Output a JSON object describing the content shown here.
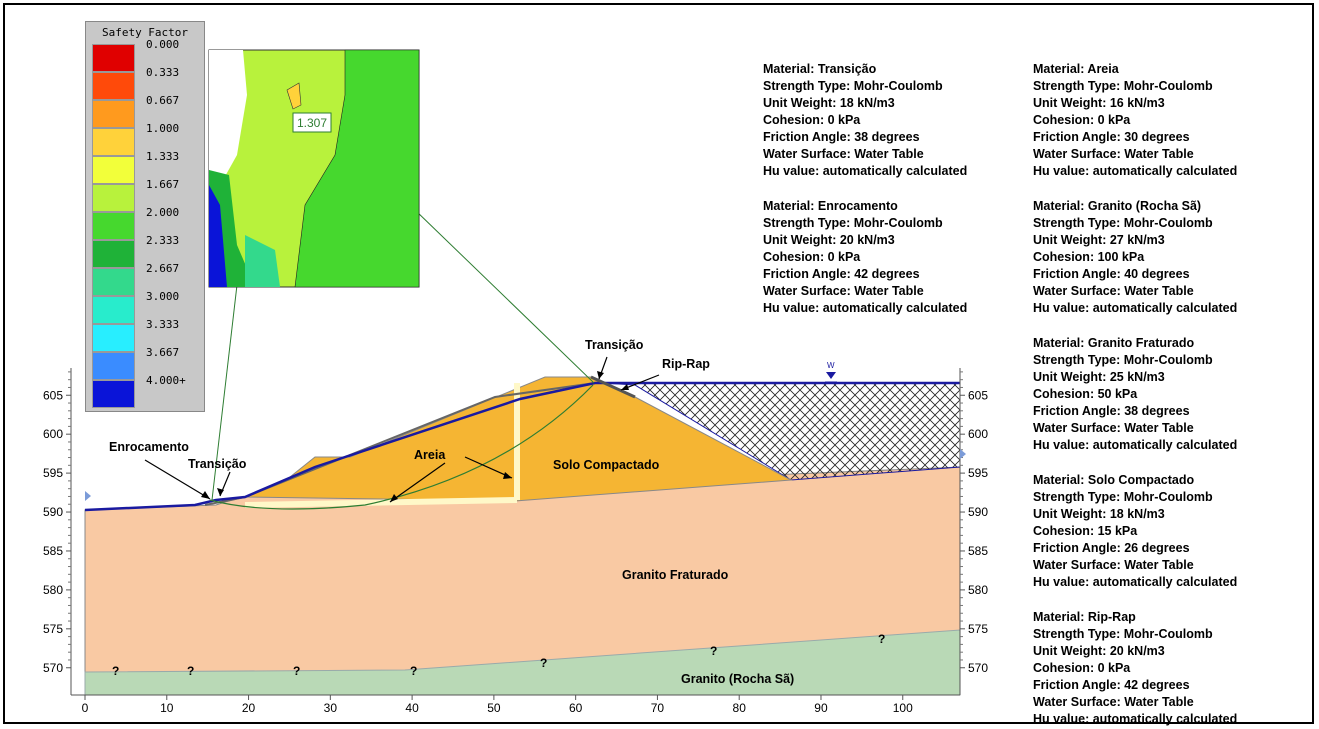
{
  "legend": {
    "title": "Safety Factor",
    "entries": [
      {
        "value": "0.000",
        "color": "#e00000"
      },
      {
        "value": "0.333",
        "color": "#ff4a0a"
      },
      {
        "value": "0.667",
        "color": "#ff9a1e"
      },
      {
        "value": "1.000",
        "color": "#ffd23a"
      },
      {
        "value": "1.333",
        "color": "#f2ff3a"
      },
      {
        "value": "1.667",
        "color": "#b8f23c"
      },
      {
        "value": "2.000",
        "color": "#46d82e"
      },
      {
        "value": "2.333",
        "color": "#1fb238"
      },
      {
        "value": "2.667",
        "color": "#33d98c"
      },
      {
        "value": "3.000",
        "color": "#28eccc"
      },
      {
        "value": "3.333",
        "color": "#28eeff"
      },
      {
        "value": "3.667",
        "color": "#3a8cff"
      },
      {
        "value": "4.000+",
        "color": "#0a14d8"
      }
    ]
  },
  "inset": {
    "factor_label": "1.307"
  },
  "axes": {
    "x_ticks": [
      0,
      10,
      20,
      30,
      40,
      50,
      60,
      70,
      80,
      90,
      100
    ],
    "y_ticks": [
      570,
      575,
      580,
      585,
      590,
      595,
      600,
      605
    ],
    "xlim": [
      0,
      107
    ],
    "ylim": [
      566.5,
      608.5
    ]
  },
  "labels": {
    "enrocamento": "Enrocamento",
    "transicao_left": "Transição",
    "areia": "Areia",
    "solo_compactado": "Solo Compactado",
    "transicao_top": "Transição",
    "rip_rap": "Rip-Rap",
    "granito_fraturado": "Granito Fraturado",
    "granito_rocha_sa": "Granito (Rocha Sã)",
    "water_marker": "W",
    "unknown_mark": "?"
  },
  "materials": [
    {
      "material": "Material: Transição",
      "strength": "Strength Type: Mohr-Coulomb",
      "weight": "Unit Weight: 18 kN/m3",
      "cohesion": "Cohesion: 0 kPa",
      "friction": "Friction Angle: 38 degrees",
      "water": "Water Surface: Water Table",
      "hu": "Hu value: automatically calculated"
    },
    {
      "material": "Material: Areia",
      "strength": "Strength Type: Mohr-Coulomb",
      "weight": "Unit Weight: 16 kN/m3",
      "cohesion": "Cohesion: 0 kPa",
      "friction": "Friction Angle: 30 degrees",
      "water": "Water Surface: Water Table",
      "hu": "Hu value: automatically calculated"
    },
    {
      "material": "Material: Enrocamento",
      "strength": "Strength Type: Mohr-Coulomb",
      "weight": "Unit Weight: 20 kN/m3",
      "cohesion": "Cohesion: 0 kPa",
      "friction": "Friction Angle: 42 degrees",
      "water": "Water Surface: Water Table",
      "hu": "Hu value: automatically calculated"
    },
    {
      "material": "Material: Granito (Rocha Sã)",
      "strength": "Strength Type: Mohr-Coulomb",
      "weight": "Unit Weight: 27 kN/m3",
      "cohesion": "Cohesion: 100 kPa",
      "friction": "Friction Angle: 40 degrees",
      "water": "Water Surface: Water Table",
      "hu": "Hu value: automatically calculated"
    },
    {
      "material": "Material: Granito Fraturado",
      "strength": "Strength Type: Mohr-Coulomb",
      "weight": "Unit Weight: 25 kN/m3",
      "cohesion": "Cohesion: 50 kPa",
      "friction": "Friction Angle: 38 degrees",
      "water": "Water Surface: Water Table",
      "hu": "Hu value: automatically calculated"
    },
    {
      "material": "Material: Solo Compactado",
      "strength": "Strength Type: Mohr-Coulomb",
      "weight": "Unit Weight: 18 kN/m3",
      "cohesion": "Cohesion: 15 kPa",
      "friction": "Friction Angle: 26 degrees",
      "water": "Water Surface: Water Table",
      "hu": "Hu value: automatically calculated"
    },
    {
      "material": "Material: Rip-Rap",
      "strength": "Strength Type: Mohr-Coulomb",
      "weight": "Unit Weight: 20 kN/m3",
      "cohesion": "Cohesion: 0 kPa",
      "friction": "Friction Angle: 42 degrees",
      "water": "Water Surface: Water Table",
      "hu": "Hu value: automatically calculated"
    }
  ],
  "colors": {
    "granito_fraturado": "#f9c9a3",
    "granito_rocha_sa": "#b9d9b6",
    "solo_compactado": "#f5b533",
    "areia": "#fff8c8",
    "water_line": "#1a1aa0",
    "slip_circle": "#2e7d32",
    "inset_bg": "#b8f23c"
  }
}
